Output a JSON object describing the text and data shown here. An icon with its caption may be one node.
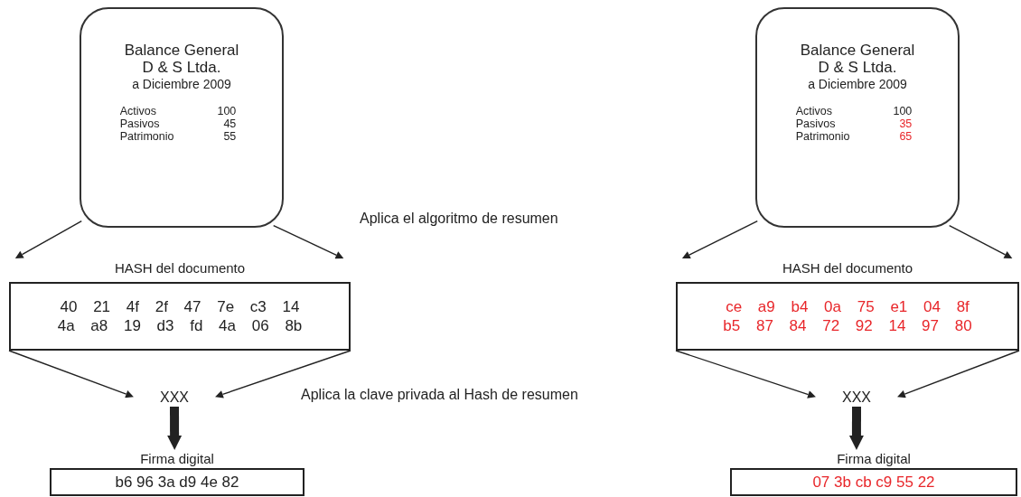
{
  "diagram": {
    "nodes": [
      {
        "text": [
          "Balance General",
          "D & S Ltda.",
          "a Diciembre 2009",
          "Activos",
          "100",
          "Pasivos",
          "45",
          "Patrimonio",
          "55"
        ]
      },
      {
        "text": [
          "HASH del documento",
          "40 21 4f 2f 47 7e c3 14 4a a8 19 d3 fd 4a 06 8b"
        ]
      },
      {
        "text": [
          "XXX"
        ]
      },
      {
        "text": [
          "Firma digital",
          "b6 96 3a d9 4e 82"
        ]
      },
      {
        "text": [
          "Balance General",
          "D & S Ltda.",
          "a Diciembre 2009",
          "Activos",
          "100",
          "Pasivos",
          "35",
          "Patrimonio",
          "65"
        ]
      },
      {
        "text": [
          "HASH del documento",
          "ce a9 b4 0a 75 e1 04 8f b5 87 84 72 92 14 97 80"
        ]
      },
      {
        "text": [
          "XXX"
        ]
      },
      {
        "text": [
          "Firma digital",
          "07 3b cb c9 55 22"
        ]
      }
    ],
    "edges": [
      {
        "from": 0,
        "to": 1,
        "arrow": "to"
      },
      {
        "from": 0,
        "to": 1,
        "arrow": "to"
      },
      {
        "from": 1,
        "to": 2,
        "arrow": "to"
      },
      {
        "from": 1,
        "to": 2,
        "arrow": "to"
      },
      {
        "from": 2,
        "to": 3,
        "arrow": "to",
        "style": "thick"
      },
      {
        "from": 4,
        "to": 5,
        "arrow": "to"
      },
      {
        "from": 4,
        "to": 5,
        "arrow": "to"
      },
      {
        "from": 5,
        "to": 6,
        "arrow": "to"
      },
      {
        "from": 5,
        "to": 6,
        "arrow": "to"
      },
      {
        "from": 6,
        "to": 7,
        "arrow": "to",
        "style": "thick"
      }
    ],
    "labels": [
      "Aplica el algoritmo de resumen",
      "Aplica la clave privada al Hash de resumen"
    ]
  }
}
